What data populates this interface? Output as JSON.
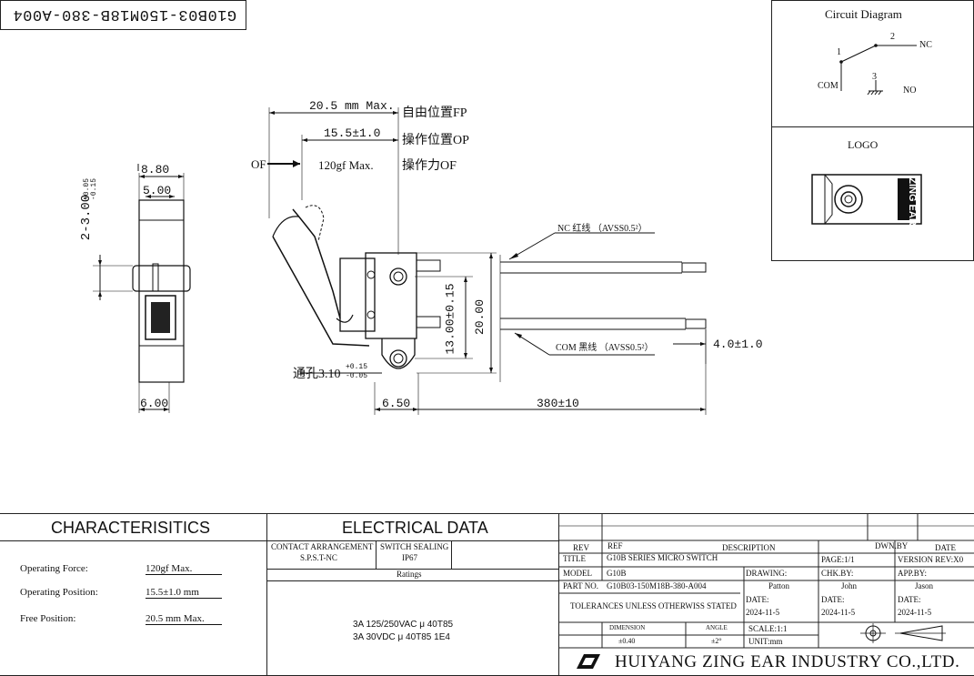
{
  "drawing_number_mirrored": "G10B03-150M18B-380-A004",
  "circuit": {
    "title": "Circuit Diagram",
    "pin1": "1",
    "pin2": "2",
    "pin3": "3",
    "com": "COM",
    "nc": "NC",
    "no": "NO"
  },
  "logo": {
    "title": "LOGO",
    "mark": "ZING EAR"
  },
  "dimensions": {
    "side_width": "8.80",
    "side_inner": "5.00",
    "side_hole": "2-3.00",
    "side_hole_tol": "+0.05\n-0.15",
    "side_bottom": "6.00",
    "fp_len": "20.5 mm Max.",
    "fp_label": "自由位置FP",
    "op_len": "15.5±1.0",
    "op_label": "操作位置OP",
    "of_arrow": "OF",
    "of_force": "120gf Max.",
    "of_label": "操作力OF",
    "hole_spacing": "13.00±0.15",
    "body_height": "20.00",
    "through_hole": "通孔3.10",
    "through_hole_tol_top": "+0.15",
    "through_hole_tol_bot": "-0.05",
    "offset": "6.50",
    "lead_length": "380±10",
    "lead_gap": "4.0±1.0",
    "nc_wire": "NC 红线 （AVSS0.5²）",
    "com_wire": "COM 黑线 （AVSS0.5²）"
  },
  "characteristics": {
    "title": "CHARACTERISITICS",
    "rows": [
      {
        "label": "Operating Force:",
        "value": "120gf Max."
      },
      {
        "label": "Operating Position:",
        "value": "15.5±1.0 mm"
      },
      {
        "label": "Free Position:",
        "value": "20.5 mm Max."
      }
    ]
  },
  "electrical": {
    "title": "ELECTRICAL DATA",
    "contact_label": "CONTACT ARRANGEMENT",
    "contact_value": "S.P.S.T-NC",
    "sealing_label": "SWITCH SEALING",
    "sealing_value": "IP67",
    "ratings_label": "Ratings",
    "rating1": "3A 125/250VAC μ 40T85",
    "rating2": "3A 30VDC μ 40T85 1E4"
  },
  "titleblock": {
    "rev": "REV",
    "ref": "REF",
    "description": "DESCRIPTION",
    "dwn_by": "DWN.BY",
    "date": "DATE",
    "title_label": "TITLE",
    "title_value": "G10B SERIES MICRO SWITCH",
    "page": "PAGE:1/1",
    "version": "VERSION REV:X0",
    "model_label": "MODEL",
    "model_value": "G10B",
    "drawing_label": "DRAWING:",
    "drawing_value": "Patton",
    "chk_label": "CHK.BY:",
    "chk_value": "John",
    "app_label": "APP.BY:",
    "app_value": "Jason",
    "partno_label": "PART NO.",
    "partno_value": "G10B03-150M18B-380-A004",
    "tolerances": "TOLERANCES UNLESS OTHERWISS STATED",
    "date_label1": "DATE:",
    "date_value1": "2024-11-5",
    "date_label2": "DATE:",
    "date_value2": "2024-11-5",
    "date_label3": "DATE:",
    "date_value3": "2024-11-5",
    "dim_label": "DIMENSION",
    "dim_value": "±0.40",
    "angle_label": "ANGLE",
    "angle_value": "±2°",
    "scale": "SCALE:1:1",
    "unit": "UNIT:mm",
    "company": "HUIYANG ZING EAR INDUSTRY CO.,LTD."
  }
}
